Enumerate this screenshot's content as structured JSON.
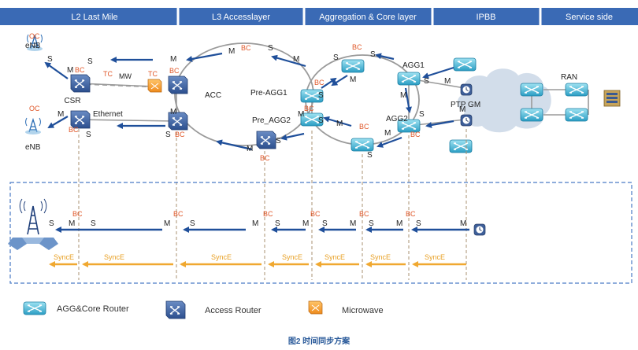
{
  "header": {
    "segments": [
      "L2 Last Mile",
      "L3 Accesslayer",
      "Aggregation & Core layer",
      "IPBB",
      "Service side"
    ]
  },
  "nodes": {
    "csr": "CSR",
    "mw": "MW",
    "acc": "ACC",
    "pre_agg1": "Pre-AGG1",
    "pre_agg2": "Pre_AGG2",
    "agg1": "AGG1",
    "agg2": "AGG2",
    "ptp_gm": "PTP GM",
    "ran": "RAN",
    "enb_top": "eNB",
    "enb_bottom": "eNB",
    "ethernet": "Ethernet"
  },
  "port_labels": {
    "bc": "BC",
    "tc": "TC",
    "oc": "OC",
    "master": "M",
    "slave": "S"
  },
  "sync": {
    "synce_label": "SyncE"
  },
  "legend": {
    "agg_core_router": "AGG&Core Router",
    "access_router": "Access Router",
    "microwave": "Microwave"
  },
  "caption": "图2  时间同步方案",
  "colors": {
    "header_bg": "#3a6ab5",
    "arrow_blue": "#1f4f9a",
    "synce_orange": "#f0a830",
    "bc_orange": "#e0582a",
    "dashed_box": "#4a7ac5",
    "cloud": "#d2ddea"
  }
}
